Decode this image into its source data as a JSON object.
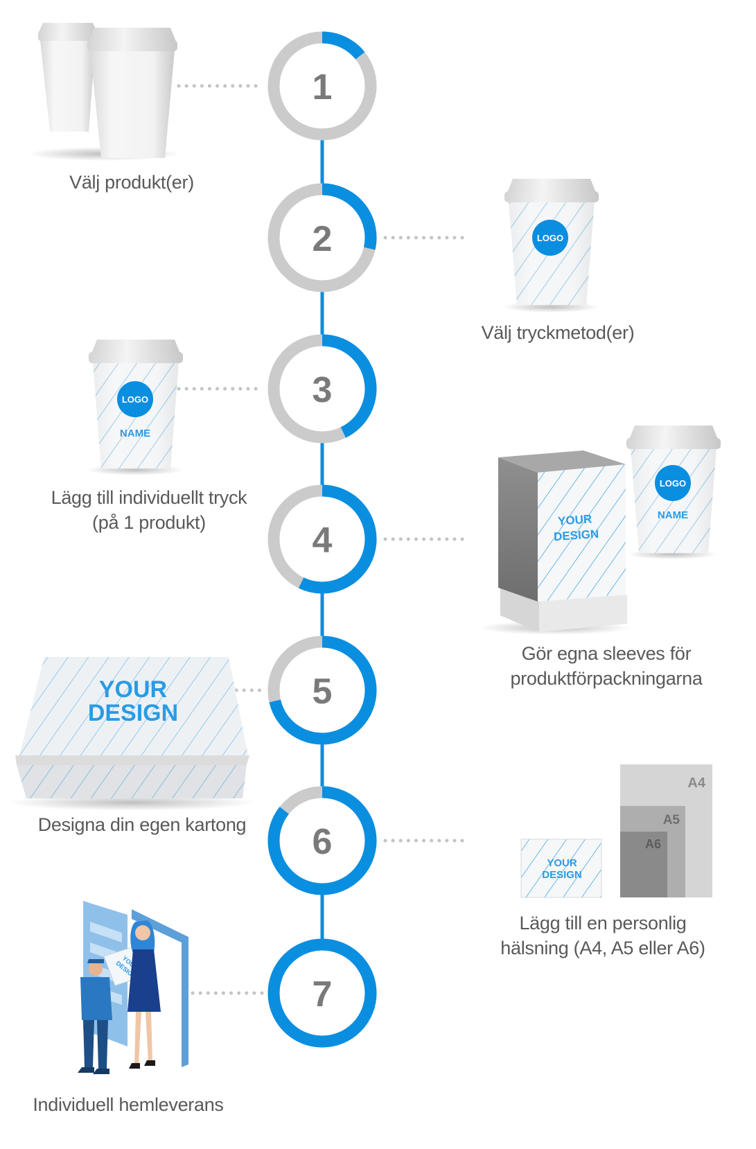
{
  "accent_color": "#0a8ee0",
  "ring_gray": "#cbcbcb",
  "number_color": "#7a7a7a",
  "steps": [
    {
      "number": "1",
      "progress": 0.1429,
      "label_lines": [
        "Välj produkt(er)"
      ],
      "illustration": "two-plain-coffee-cups"
    },
    {
      "number": "2",
      "progress": 0.2857,
      "label_lines": [
        "Välj tryckmetod(er)"
      ],
      "illustration": "printed-logo-cup"
    },
    {
      "number": "3",
      "progress": 0.4286,
      "label_lines": [
        "Lägg till individuellt tryck",
        "(på 1 produkt)"
      ],
      "illustration": "logo-name-cup"
    },
    {
      "number": "4",
      "progress": 0.5714,
      "label_lines": [
        "Gör egna sleeves för",
        "produktförpackningarna"
      ],
      "illustration": "sleeve-box-and-cup"
    },
    {
      "number": "5",
      "progress": 0.7143,
      "label_lines": [
        "Designa din egen kartong"
      ],
      "illustration": "custom-shipping-box"
    },
    {
      "number": "6",
      "progress": 0.8571,
      "label_lines": [
        "Lägg till en personlig",
        "hälsning (A4, A5 eller A6)"
      ],
      "illustration": "greeting-card-sizes"
    },
    {
      "number": "7",
      "progress": 1.0,
      "label_lines": [
        "Individuell hemleverans"
      ],
      "illustration": "home-delivery-scene"
    }
  ],
  "printed_marks": {
    "logo": "LOGO",
    "name": "NAME",
    "your": "YOUR",
    "design": "DESIGN",
    "size_a4": "A4",
    "size_a5": "A5",
    "size_a6": "A6"
  }
}
